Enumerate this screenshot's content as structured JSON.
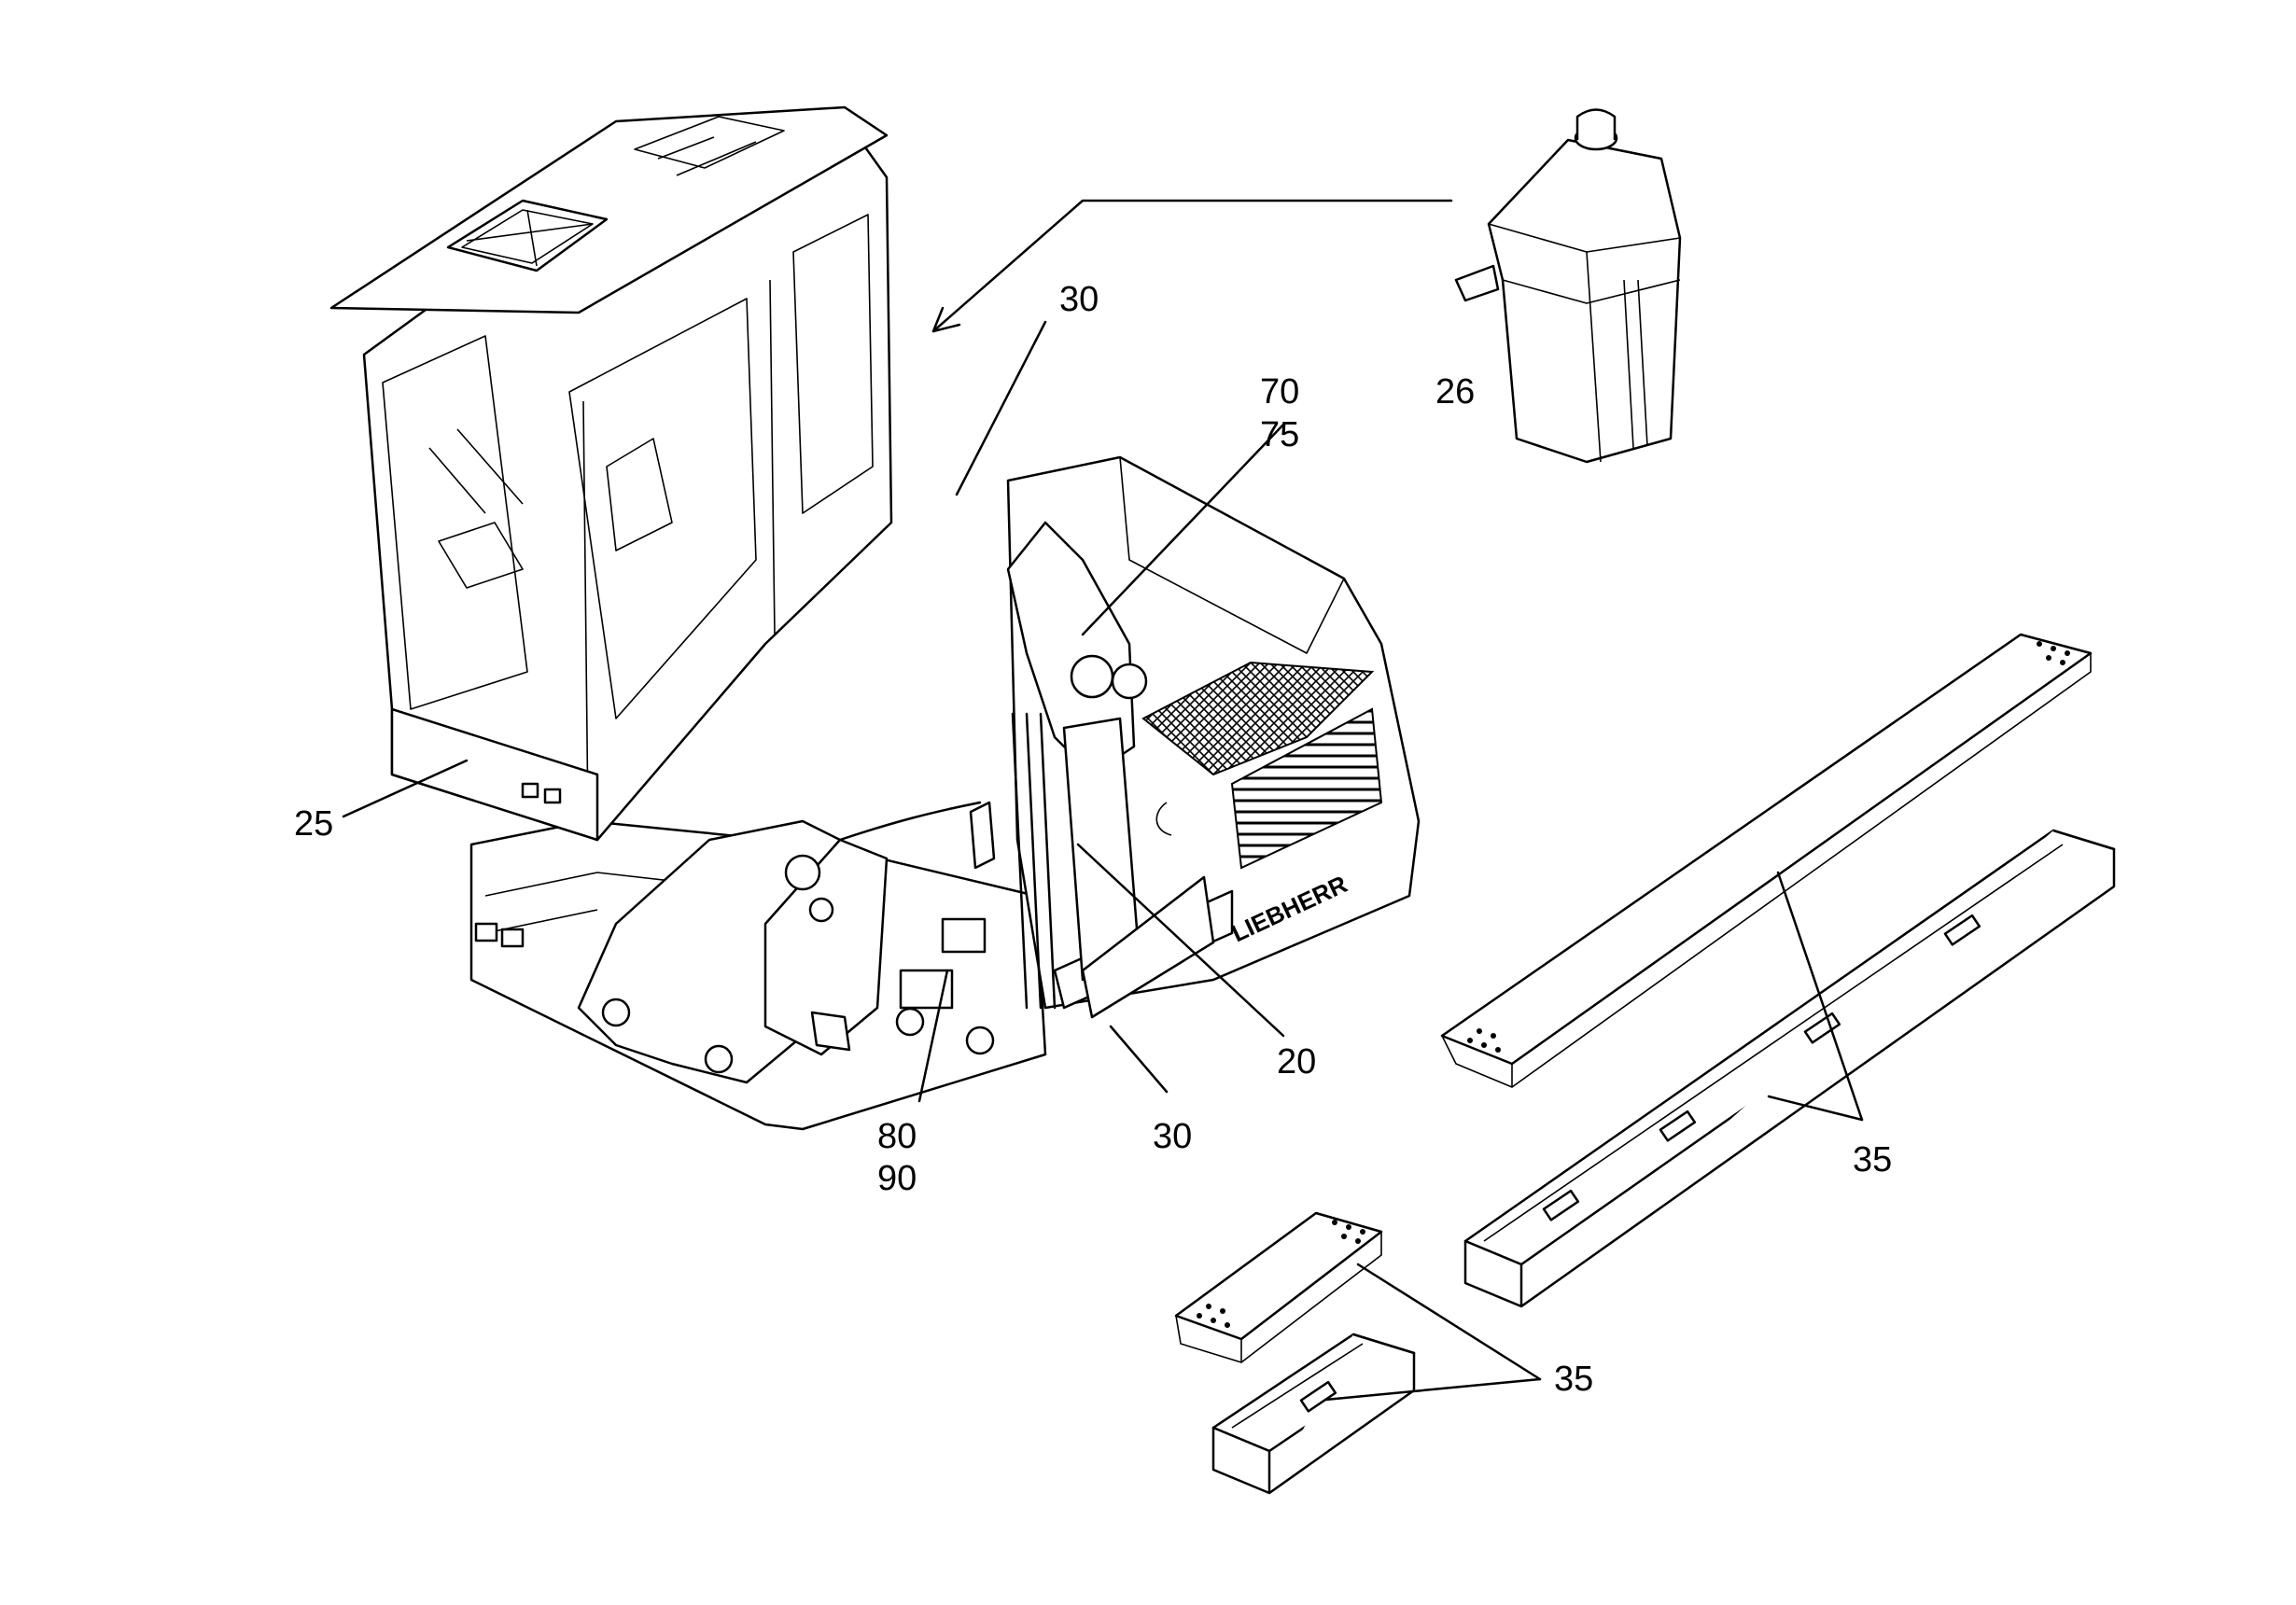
{
  "callouts": {
    "c25": "25",
    "c26": "26",
    "c30_top": "30",
    "c30_bottom": "30",
    "c70": "70",
    "c75": "75",
    "c20": "20",
    "c80": "80",
    "c90": "90",
    "c35_right": "35",
    "c35_bottom": "35"
  },
  "brand_text": "LIEBHERR",
  "colors": {
    "ink": "#000000",
    "paper": "#ffffff"
  }
}
